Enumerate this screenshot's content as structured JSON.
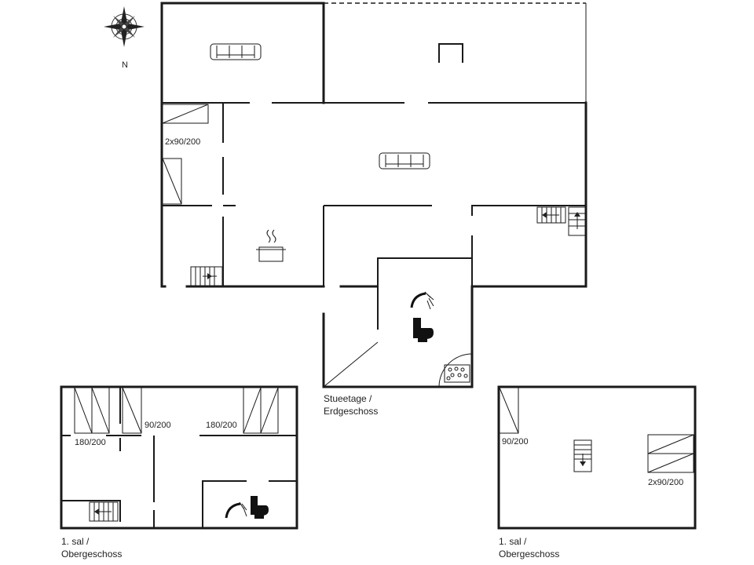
{
  "compass": {
    "label": "N"
  },
  "ground_floor": {
    "caption_line1": "Stueetage /",
    "caption_line2": "Erdgeschoss",
    "bed_label": "2x90/200"
  },
  "first_floor_left": {
    "caption_line1": "1. sal /",
    "caption_line2": "Obergeschoss",
    "bed1_label": "180/200",
    "bed2_label": "90/200",
    "bed3_label": "180/200"
  },
  "first_floor_right": {
    "caption_line1": "1. sal /",
    "caption_line2": "Obergeschoss",
    "bed1_label": "90/200",
    "bed2_label": "2x90/200"
  }
}
